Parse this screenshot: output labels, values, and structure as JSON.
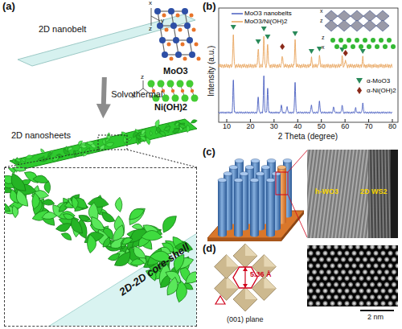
{
  "diagram": {
    "nodes": [
      {
        "text": [
          "2D nanobelt"
        ]
      },
      {
        "text": [
          "2D nanosheets"
        ]
      },
      {
        "text": [
          "2D-2D core-shell"
        ]
      }
    ],
    "edges": [
      {
        "from": 0,
        "to": 1,
        "label": "Solvothermal",
        "arrow": "to"
      }
    ],
    "labels": [
      "(a)",
      "MoO3",
      "x",
      "z",
      "y",
      "Ni(OH)2",
      "z",
      "y",
      "x",
      "(b)",
      "Intensity (a.u.)",
      "2 Theta (degree)",
      "10",
      "20",
      "30",
      "40",
      "50",
      "60",
      "70",
      "80",
      "x",
      "z",
      "z",
      "x",
      "(c)",
      "h-WO3",
      "2D WS2",
      "(d)",
      "5.36 Å",
      "(001) plane",
      "2 nm"
    ],
    "legend": [
      {
        "text": "MoO3 nanobelts"
      },
      {
        "text": "MoO3/Ni(OH)2"
      },
      {
        "text": "α-MoO3"
      },
      {
        "text": "α-Ni(OH)2"
      }
    ]
  }
}
